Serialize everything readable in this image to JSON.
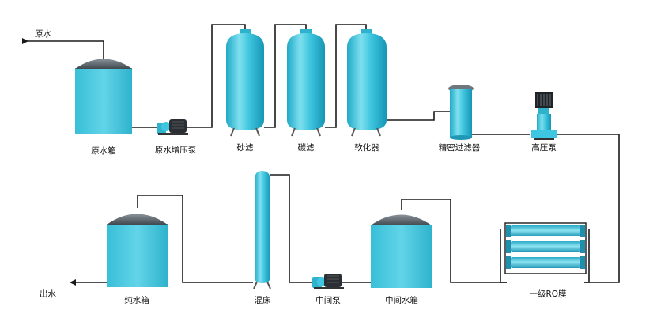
{
  "flow_labels": {
    "raw_water_inlet": "原水",
    "outlet": "出水"
  },
  "equipment": {
    "raw_tank": "原水箱",
    "booster_pump": "原水增压泵",
    "sand_filter": "砂滤",
    "carbon_filter": "碳滤",
    "softener": "软化器",
    "precision_filter": "精密过滤器",
    "high_pressure_pump": "高压泵",
    "ro_membrane": "一级RO膜",
    "middle_tank": "中间水箱",
    "middle_pump": "中间泵",
    "mixed_bed": "混床",
    "pure_tank": "纯水箱"
  },
  "colors": {
    "vessel_fill": "#3fc6e0",
    "vessel_light": "#8fe3f0",
    "vessel_dark": "#1aa0bf",
    "dome": "#5a6470",
    "pipe": "#1a1a1a",
    "pump_body": "#2a2f35"
  }
}
